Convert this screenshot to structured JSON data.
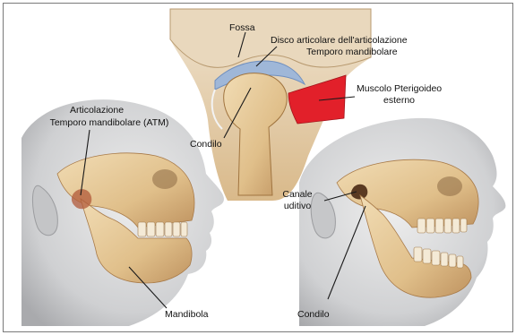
{
  "labels": {
    "fossa": "Fossa",
    "disc_line1": "Disco articolare dell'articolazione",
    "disc_line2": "Temporo mandibolare",
    "muscle_line1": "Muscolo Pterigoideo",
    "muscle_line2": "esterno",
    "atm_line1": "Articolazione",
    "atm_line2": "Temporo mandibolare (ATM)",
    "condyle_top": "Condilo",
    "canal_line1": "Canale",
    "canal_line2": "uditivo",
    "mandible": "Mandibola",
    "condyle_bottom": "Condilo"
  },
  "colors": {
    "bone": "#e3c492",
    "bone_dark": "#b98a55",
    "skin": "#d9d9da",
    "skin_shadow": "#b5b6b8",
    "muscle": "#e2202a",
    "disc": "#9fb7d8",
    "leader": "#1a1a1a"
  }
}
